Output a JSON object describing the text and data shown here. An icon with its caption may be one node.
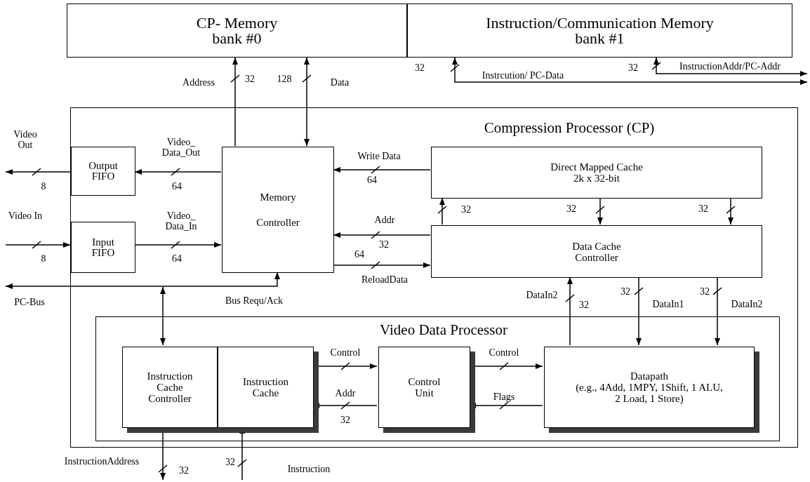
{
  "diagram": {
    "nodes": [
      {
        "text": [
          "CP- Memory bank #0"
        ]
      },
      {
        "text": [
          "Instruction/Communication Memory bank #1"
        ]
      },
      {
        "text": [
          "Compression Processor (CP)"
        ]
      },
      {
        "text": [
          "Output FIFO"
        ],
        "in": 2
      },
      {
        "text": [
          "Input FIFO"
        ],
        "in": 2
      },
      {
        "text": [
          "Memory Controller"
        ],
        "in": 2
      },
      {
        "text": [
          "Direct Mapped Cache 2k x 32-bit"
        ],
        "in": 2
      },
      {
        "text": [
          "Data Cache Controller"
        ],
        "in": 2
      },
      {
        "text": [
          "Video Data Processor"
        ],
        "in": 2
      },
      {
        "text": [
          "Instruction Cache Controller"
        ],
        "in": 8
      },
      {
        "text": [
          "Instruction Cache"
        ],
        "in": 8
      },
      {
        "text": [
          "Control Unit"
        ],
        "in": 8
      },
      {
        "text": [
          "Datapath",
          "(e.g., 4Add, 1MPY, 1Shift, 1 ALU, 2 Load, 1 Store)"
        ],
        "in": 8
      }
    ],
    "edges": [
      {
        "from": 5,
        "to": 0,
        "arrow": "to",
        "label": "Address"
      },
      {
        "from": 5,
        "to": 0,
        "arrow": "both",
        "label": "Data"
      },
      {
        "from": 1,
        "to": null,
        "arrow": "both",
        "label": "Instrcution/ PC-Data"
      },
      {
        "from": 1,
        "to": null,
        "arrow": "both",
        "label": "InstructionAddr/PC-Addr"
      },
      {
        "from": 3,
        "to": null,
        "arrow": "to",
        "label": "Video Out"
      },
      {
        "from": null,
        "to": 4,
        "arrow": "to",
        "label": "Video In"
      },
      {
        "from": 4,
        "to": 5,
        "arrow": "to",
        "label": "Video_ Data_In"
      },
      {
        "from": 5,
        "to": 3,
        "arrow": "to",
        "label": "Video_ Data_Out"
      },
      {
        "from": 6,
        "to": 5,
        "arrow": "to",
        "label": "Write Data"
      },
      {
        "from": 7,
        "to": 5,
        "arrow": "to",
        "label": "Addr"
      },
      {
        "from": 5,
        "to": 7,
        "arrow": "to",
        "label": "ReloadData"
      },
      {
        "from": 7,
        "to": 6,
        "arrow": "to"
      },
      {
        "from": 6,
        "to": 7,
        "arrow": "to"
      },
      {
        "from": 6,
        "to": 7,
        "arrow": "to"
      },
      {
        "from": 12,
        "to": 7,
        "arrow": "to",
        "label": "DataIn2"
      },
      {
        "from": 7,
        "to": 12,
        "arrow": "to",
        "label": "DataIn1"
      },
      {
        "from": 7,
        "to": 12,
        "arrow": "to",
        "label": "DataIn2"
      },
      {
        "from": 5,
        "to": null,
        "arrow": "both",
        "label": "Bus Requ/Ack"
      },
      {
        "from": 9,
        "to": null,
        "arrow": "both"
      },
      {
        "from": 10,
        "to": 11,
        "arrow": "to",
        "label": "Control"
      },
      {
        "from": 11,
        "to": 10,
        "arrow": "to",
        "label": "Addr"
      },
      {
        "from": 11,
        "to": 12,
        "arrow": "to",
        "label": "Control"
      },
      {
        "from": 12,
        "to": 11,
        "arrow": "to",
        "label": "Flags"
      },
      {
        "from": 9,
        "to": null,
        "arrow": "to",
        "label": "InstructionAddress"
      },
      {
        "from": null,
        "to": 10,
        "arrow": "to",
        "label": "Instruction"
      }
    ],
    "labels": [
      "32",
      "128",
      "32",
      "32",
      "8",
      "8",
      "64",
      "64",
      "PC-Bus",
      "64",
      "32",
      "64",
      "32",
      "32",
      "32",
      "32",
      "32",
      "32",
      "32",
      "32",
      "32"
    ]
  }
}
